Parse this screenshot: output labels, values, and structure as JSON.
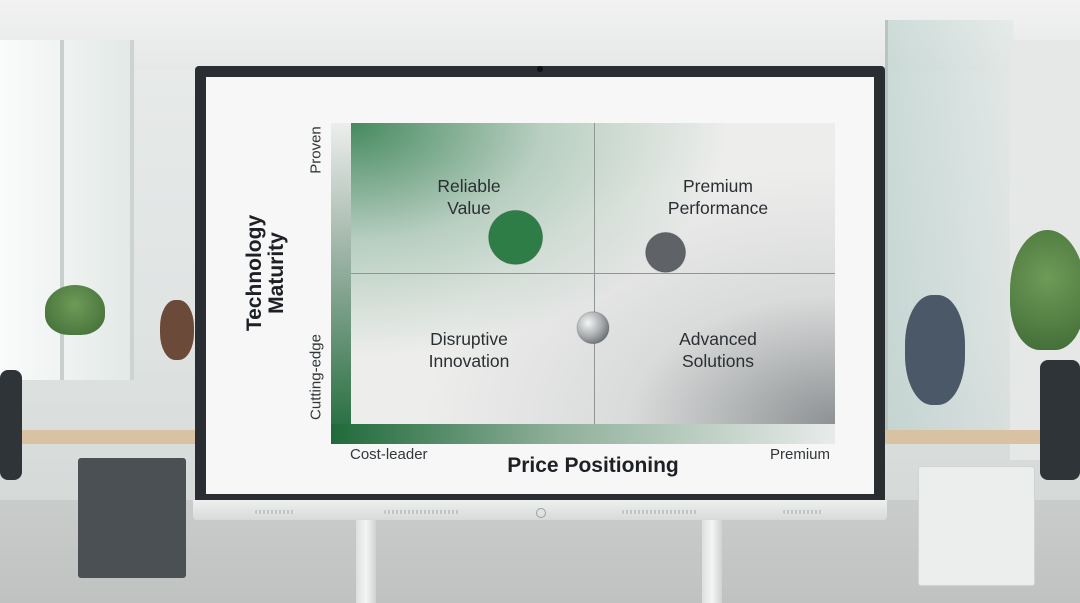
{
  "chart_data": {
    "type": "scatter",
    "xlabel": "Price Positioning",
    "ylabel": "Technology\nMaturity",
    "x_tick_labels": [
      "Cost-leader",
      "Premium"
    ],
    "y_tick_labels": [
      "Cutting-edge",
      "Proven"
    ],
    "xlim": [
      0,
      1
    ],
    "ylim": [
      0,
      1
    ],
    "quadrants": [
      {
        "label": "Reliable\nValue",
        "position": "top-left"
      },
      {
        "label": "Premium\nPerformance",
        "position": "top-right"
      },
      {
        "label": "Disruptive\nInnovation",
        "position": "bottom-left"
      },
      {
        "label": "Advanced\nSolutions",
        "position": "bottom-right"
      }
    ],
    "points": [
      {
        "x": 0.34,
        "y": 0.62,
        "size": "large",
        "color": "#2e7d46"
      },
      {
        "x": 0.65,
        "y": 0.57,
        "size": "medium",
        "color": "#5f6368"
      },
      {
        "x": 0.5,
        "y": 0.32,
        "size": "small",
        "color": "#b9bcbd"
      }
    ],
    "grid": false,
    "accent_colors": {
      "green": "#1f6a3a",
      "gray": "#5f6368"
    }
  }
}
